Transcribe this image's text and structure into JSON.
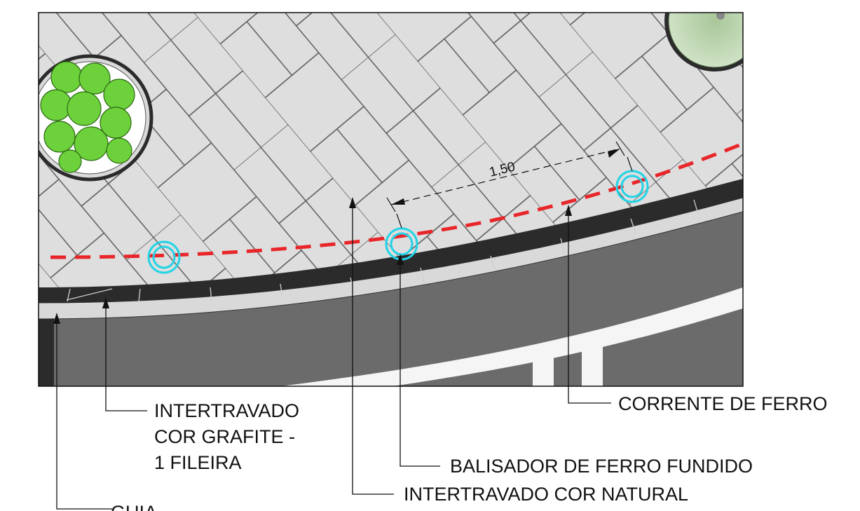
{
  "drawing": {
    "dimension_label": "1,50",
    "labels": {
      "intertravado_grafite": [
        "INTERTRAVADO",
        "COR GRAFITE -",
        "1 FILEIRA"
      ],
      "corrente": "CORRENTE DE FERRO",
      "balisador": "BALISADOR DE FERRO FUNDIDO",
      "intertravado_natural": "INTERTRAVADO COR NATURAL",
      "guia": "GUIA"
    }
  },
  "colors": {
    "paving": "#dedede",
    "paving_joints": "#4a4a4a",
    "graphite_border": "#2b2b2b",
    "curb": "#d9d9d9",
    "road": "#6b6b6b",
    "road_marking": "#f5f5f5",
    "chain": "#e8262a",
    "bollard": "#22d3e6",
    "planter_foliage": "#6cd13a"
  }
}
